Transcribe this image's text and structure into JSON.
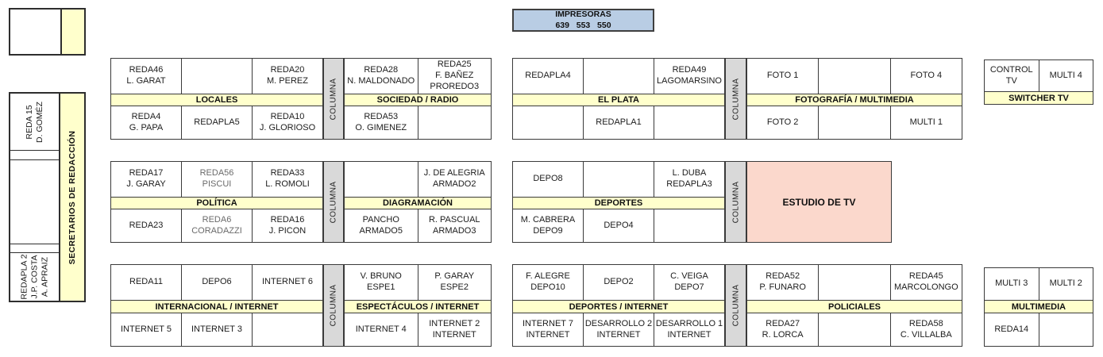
{
  "colors": {
    "header_yellow": "#FFFFCC",
    "column_gray": "#D9D9D9",
    "studio_pink": "#FBD8CC",
    "printers_blue": "#B9CDE4",
    "line": "#3a3a3a"
  },
  "printers": {
    "title": "IMPRESORAS",
    "numbers": "639   553   550"
  },
  "column_label": "COLUMNA",
  "studio": {
    "label": "ESTUDIO DE TV"
  },
  "left_area": {
    "secretaries_label": "SECRETARIOS DE REDACCIÓN",
    "desks": [
      {
        "lines": [
          "REDA 15",
          "D. GOMÉZ"
        ]
      },
      {
        "lines": []
      },
      {
        "lines": [
          "REDAPLA 2",
          "J.P. COSTA",
          "A. APRAIZ"
        ]
      }
    ]
  },
  "sections": [
    {
      "id": "locales",
      "label": "LOCALES",
      "top": [
        {
          "lines": [
            "REDA46",
            "L. GARAT"
          ]
        },
        {
          "lines": []
        },
        {
          "lines": [
            "REDA20",
            "M. PEREZ"
          ]
        }
      ],
      "bottom": [
        {
          "lines": [
            "REDA4",
            "G. PAPA"
          ]
        },
        {
          "lines": [
            "REDAPLA5"
          ]
        },
        {
          "lines": [
            "REDA10",
            "J. GLORIOSO"
          ]
        }
      ]
    },
    {
      "id": "sociedad-radio",
      "label": "SOCIEDAD / RADIO",
      "top": [
        {
          "lines": [
            "REDA28",
            "N. MALDONADO"
          ]
        },
        {
          "lines": [
            "REDA25",
            "F. BAÑEZ",
            "PROREDO3"
          ]
        }
      ],
      "bottom": [
        {
          "lines": [
            "REDA53",
            "O. GIMENEZ"
          ]
        },
        {
          "lines": []
        }
      ]
    },
    {
      "id": "el-plata",
      "label": "EL PLATA",
      "top": [
        {
          "lines": [
            "REDAPLA4"
          ]
        },
        {
          "lines": []
        },
        {
          "lines": [
            "REDA49",
            "LAGOMARSINO"
          ]
        }
      ],
      "bottom": [
        {
          "lines": []
        },
        {
          "lines": [
            "REDAPLA1"
          ]
        },
        {
          "lines": []
        }
      ]
    },
    {
      "id": "fotografia-multimedia",
      "label": "FOTOGRAFÍA / MULTIMEDIA",
      "top": [
        {
          "lines": [
            "FOTO 1"
          ]
        },
        {
          "lines": []
        },
        {
          "lines": [
            "FOTO 4"
          ]
        }
      ],
      "bottom": [
        {
          "lines": [
            "FOTO 2"
          ]
        },
        {
          "lines": []
        },
        {
          "lines": [
            "MULTI 1"
          ]
        }
      ]
    },
    {
      "id": "switcher-tv",
      "label": "SWITCHER TV",
      "top": [
        {
          "lines": [
            "CONTROL TV"
          ]
        },
        {
          "lines": [
            "MULTI 4"
          ]
        }
      ],
      "bottom": null
    },
    {
      "id": "politica",
      "label": "POLÍTICA",
      "top": [
        {
          "lines": [
            "REDA17",
            "J. GARAY"
          ]
        },
        {
          "lines": [
            "REDA56",
            "PISCUI"
          ],
          "muted": true
        },
        {
          "lines": [
            "REDA33",
            "L. ROMOLI"
          ]
        }
      ],
      "bottom": [
        {
          "lines": [
            "REDA23"
          ]
        },
        {
          "lines": [
            "REDA6",
            "CORADAZZI"
          ],
          "muted": true
        },
        {
          "lines": [
            "REDA16",
            "J. PICON"
          ]
        }
      ]
    },
    {
      "id": "diagramacion",
      "label": "DIAGRAMACIÓN",
      "top": [
        {
          "lines": []
        },
        {
          "lines": [
            "J. DE ALEGRIA",
            "ARMADO2"
          ]
        }
      ],
      "bottom": [
        {
          "lines": [
            "PANCHO",
            "ARMADO5"
          ]
        },
        {
          "lines": [
            "R. PASCUAL",
            "ARMADO3"
          ]
        }
      ]
    },
    {
      "id": "deportes",
      "label": "DEPORTES",
      "top": [
        {
          "lines": [
            "DEPO8"
          ]
        },
        {
          "lines": []
        },
        {
          "lines": [
            "L. DUBA",
            "REDAPLA3"
          ]
        }
      ],
      "bottom": [
        {
          "lines": [
            "M. CABRERA",
            "DEPO9"
          ]
        },
        {
          "lines": [
            "DEPO4"
          ]
        },
        {
          "lines": []
        }
      ]
    },
    {
      "id": "internacional-internet",
      "label": "INTERNACIONAL / INTERNET",
      "top": [
        {
          "lines": [
            "REDA11"
          ]
        },
        {
          "lines": [
            "DEPO6"
          ]
        },
        {
          "lines": [
            "INTERNET 6"
          ]
        }
      ],
      "bottom": [
        {
          "lines": [
            "INTERNET 5"
          ]
        },
        {
          "lines": [
            "INTERNET 3"
          ]
        },
        {
          "lines": []
        }
      ]
    },
    {
      "id": "espectaculos-internet",
      "label": "ESPECTÁCULOS / INTERNET",
      "top": [
        {
          "lines": [
            "V. BRUNO",
            "ESPE1"
          ]
        },
        {
          "lines": [
            "P. GARAY",
            "ESPE2"
          ]
        }
      ],
      "bottom": [
        {
          "lines": [
            "INTERNET 4"
          ]
        },
        {
          "lines": [
            "INTERNET 2",
            "INTERNET"
          ]
        }
      ]
    },
    {
      "id": "deportes-internet",
      "label": "DEPORTES / INTERNET",
      "top": [
        {
          "lines": [
            "F. ALEGRE",
            "DEPO10"
          ]
        },
        {
          "lines": [
            "DEPO2"
          ]
        },
        {
          "lines": [
            "C. VEIGA",
            "DEPO7"
          ]
        }
      ],
      "bottom": [
        {
          "lines": [
            "INTERNET 7",
            "INTERNET"
          ]
        },
        {
          "lines": [
            "DESARROLLO 2",
            "INTERNET"
          ]
        },
        {
          "lines": [
            "DESARROLLO 1",
            "INTERNET"
          ]
        }
      ]
    },
    {
      "id": "policiales",
      "label": "POLICIALES",
      "top": [
        {
          "lines": [
            "REDA52",
            "P. FUNARO"
          ]
        },
        {
          "lines": []
        },
        {
          "lines": [
            "REDA45",
            "MARCOLONGO"
          ]
        }
      ],
      "bottom": [
        {
          "lines": [
            "REDA27",
            "R. LORCA"
          ]
        },
        {
          "lines": []
        },
        {
          "lines": [
            "REDA58",
            "C. VILLALBA"
          ]
        }
      ]
    },
    {
      "id": "multimedia",
      "label": "MULTIMEDIA",
      "top": [
        {
          "lines": [
            "MULTI 3"
          ]
        },
        {
          "lines": [
            "MULTI 2"
          ]
        }
      ],
      "bottom": [
        {
          "lines": [
            "REDA14"
          ]
        },
        {
          "lines": []
        }
      ]
    }
  ]
}
